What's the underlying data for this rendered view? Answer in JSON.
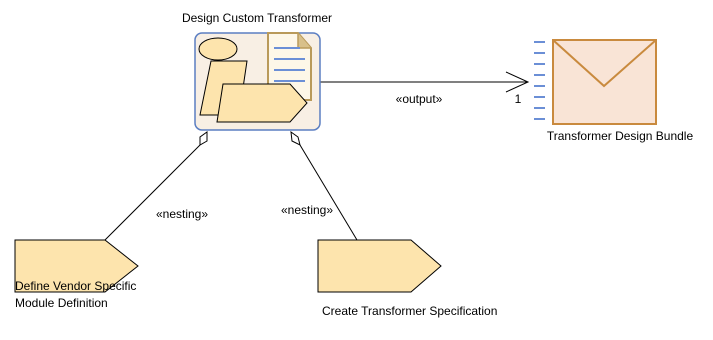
{
  "nodes": {
    "main_task": {
      "label": "Design Custom Transformer"
    },
    "output_artifact": {
      "label": "Transformer Design Bundle"
    },
    "child_task_1": {
      "label_line1": "Define Vendor Specific",
      "label_line2": "Module Definition"
    },
    "child_task_2": {
      "label": "Create Transformer Specification"
    }
  },
  "edges": {
    "output": {
      "stereotype": "«output»",
      "multiplicity": "1"
    },
    "nesting_1": {
      "stereotype": "«nesting»"
    },
    "nesting_2": {
      "stereotype": "«nesting»"
    }
  },
  "colors": {
    "task_fill": "#fde4ad",
    "box_fill": "#f8efe4",
    "box_border": "#5b7ec2",
    "artifact_fill": "#f9e4d6",
    "artifact_border": "#c98a3e",
    "doc_lines": "#6b8fd6",
    "line": "#000000"
  }
}
